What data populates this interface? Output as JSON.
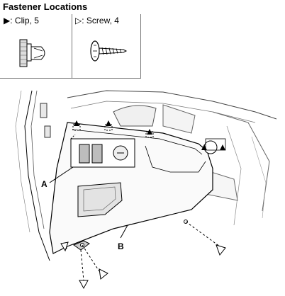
{
  "header": {
    "title": "Fastener Locations"
  },
  "legend": {
    "clip": {
      "symbol": "▶",
      "text": ": Clip, 5",
      "icon": "clip-fastener-icon"
    },
    "screw": {
      "symbol": "▷",
      "text": ": Screw, 4",
      "icon": "screw-fastener-icon"
    }
  },
  "diagram": {
    "callout_a": "A",
    "callout_b": "B"
  }
}
